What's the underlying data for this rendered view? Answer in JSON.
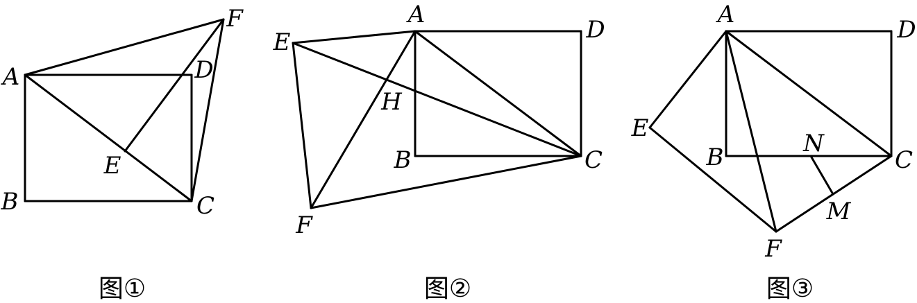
{
  "figures": [
    {
      "caption": "图①",
      "points": [
        {
          "id": "A",
          "label": "A"
        },
        {
          "id": "B",
          "label": "B"
        },
        {
          "id": "C",
          "label": "C"
        },
        {
          "id": "D",
          "label": "D"
        },
        {
          "id": "E",
          "label": "E"
        },
        {
          "id": "F",
          "label": "F"
        }
      ],
      "segments": [
        [
          "A",
          "D"
        ],
        [
          "B",
          "C"
        ],
        [
          "A",
          "B"
        ],
        [
          "D",
          "C"
        ],
        [
          "A",
          "C"
        ],
        [
          "E",
          "F"
        ],
        [
          "A",
          "F"
        ],
        [
          "F",
          "C"
        ]
      ]
    },
    {
      "caption": "图②",
      "points": [
        {
          "id": "A",
          "label": "A"
        },
        {
          "id": "B",
          "label": "B"
        },
        {
          "id": "C",
          "label": "C"
        },
        {
          "id": "D",
          "label": "D"
        },
        {
          "id": "E",
          "label": "E"
        },
        {
          "id": "F",
          "label": "F"
        },
        {
          "id": "H",
          "label": "H"
        }
      ],
      "segments": [
        [
          "A",
          "D"
        ],
        [
          "D",
          "C"
        ],
        [
          "B",
          "C"
        ],
        [
          "A",
          "B"
        ],
        [
          "A",
          "C"
        ],
        [
          "E",
          "A"
        ],
        [
          "E",
          "F"
        ],
        [
          "F",
          "C"
        ],
        [
          "A",
          "F"
        ],
        [
          "E",
          "C"
        ]
      ]
    },
    {
      "caption": "图③",
      "points": [
        {
          "id": "A",
          "label": "A"
        },
        {
          "id": "B",
          "label": "B"
        },
        {
          "id": "C",
          "label": "C"
        },
        {
          "id": "D",
          "label": "D"
        },
        {
          "id": "E",
          "label": "E"
        },
        {
          "id": "F",
          "label": "F"
        },
        {
          "id": "N",
          "label": "N"
        },
        {
          "id": "M",
          "label": "M"
        }
      ],
      "segments": [
        [
          "A",
          "D"
        ],
        [
          "D",
          "C"
        ],
        [
          "B",
          "C"
        ],
        [
          "A",
          "B"
        ],
        [
          "A",
          "C"
        ],
        [
          "A",
          "E"
        ],
        [
          "E",
          "F"
        ],
        [
          "F",
          "C"
        ],
        [
          "A",
          "F"
        ],
        [
          "N",
          "M"
        ]
      ]
    }
  ]
}
